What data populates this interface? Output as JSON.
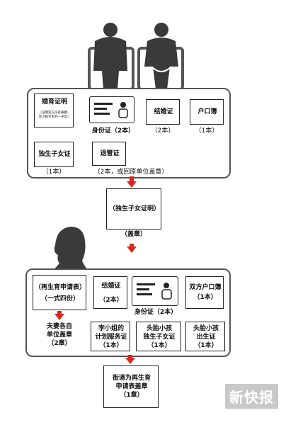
{
  "panel1": {
    "marriage_cert": {
      "title": "婚育证明",
      "note_line1": "（证明双方没有离婚，",
      "note_line2": "李小姐亲生的一子女）"
    },
    "id_card": {
      "label": "身份证（2本）"
    },
    "marriage_license": {
      "title": "结婚证",
      "count": "（2本）"
    },
    "hukou": {
      "title": "户口簿",
      "count": "（1本）"
    },
    "only_child_cert": {
      "title": "独生子女证",
      "count": "（1本）"
    },
    "retirement_cert": {
      "title": "退管证",
      "count": "（2本，或回原单位盖章）"
    }
  },
  "middle": {
    "title": "（独生子女证明）",
    "stamp": "（盖章）"
  },
  "panel2": {
    "application": {
      "title": "（再生育申请表）",
      "sub": "（一式四份）"
    },
    "marriage_license": {
      "title": "结婚证",
      "count": "（2本）"
    },
    "id_card": {
      "label": "身份证（2本）"
    },
    "hukou": {
      "title": "双方户口簿",
      "count": "（1本）"
    },
    "unit_stamp": {
      "line1": "夫妻各自",
      "line2": "单位盖章",
      "line3": "（2章）"
    },
    "family_plan": {
      "line1": "李小姐的",
      "line2": "计划服务证",
      "line3": "（1本）"
    },
    "first_child_only": {
      "line1": "头胎小孩",
      "line2": "独生子女证",
      "line3": "（1本）"
    },
    "first_child_birth": {
      "line1": "头胎小孩",
      "line2": "出生证",
      "line3": "（1本）"
    }
  },
  "final": {
    "line1": "街道为再生育",
    "line2": "申请表盖章",
    "line3": "（1章）"
  },
  "logo": {
    "text": "新快报"
  },
  "colors": {
    "arrow": "#d9271e",
    "silhouette": "#3a3a3a",
    "border": "#555555"
  }
}
